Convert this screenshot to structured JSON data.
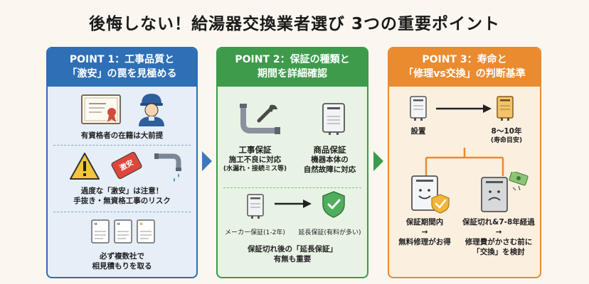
{
  "title": "後悔しない！給湯器交換業者選び 3つの重要ポイント",
  "panel1": {
    "head_line1": "POINT 1：工事品質と",
    "head_line2": "「激安」の罠を見極める",
    "section1_text": "有資格者の在籍は大前提",
    "warning_badge": "激安",
    "section2_line1": "過度な「激安」は注意！",
    "section2_line2": "手抜き・無資格工事のリスク",
    "section3_line1": "必ず複数社で",
    "section3_line2": "相見積もりを取る"
  },
  "panel2": {
    "head_line1": "POINT 2：保証の種類と",
    "head_line2": "期間を詳細確認",
    "col1_title": "工事保証",
    "col1_line1": "施工不良に対応",
    "col1_line2": "(水漏れ・接続ミス等)",
    "col2_title": "商品保証",
    "col2_line1": "機器本体の",
    "col2_line2": "自然故障に対応",
    "maker_label": "メーカー保証(1-2年)",
    "extended_label": "延長保証(有料が多い)",
    "bottom_line1": "保証切れ後の「延長保証」",
    "bottom_line2": "有無も重要"
  },
  "panel3": {
    "head_line1": "POINT 3：寿命と",
    "head_line2": "「修理vs交換」の判断基準",
    "install_label": "設置",
    "years_label": "8～10年",
    "years_sub": "(寿命目安)",
    "left_line1": "保証期間内",
    "left_arrow": "→",
    "left_line2": "無料修理がお得",
    "right_line1": "保証切れ&7-8年経過",
    "right_arrow": "→",
    "right_line2": "修理費がかさむ前に",
    "right_line3": "「交換」を検討"
  },
  "colors": {
    "blue": "#2f6fb6",
    "green": "#3d9b4b",
    "orange": "#ea8b30"
  }
}
